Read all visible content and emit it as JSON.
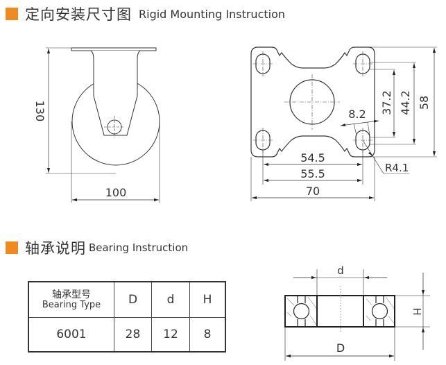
{
  "sections": {
    "mounting": {
      "title_cn": "定向安装尺寸图",
      "title_en": "Rigid Mounting Instruction",
      "accent_color": "#ee8a1f"
    },
    "bearing": {
      "title_cn": "轴承说明",
      "title_en": "Bearing Instruction",
      "accent_color": "#ee8a1f"
    }
  },
  "side_view": {
    "height_label": "130",
    "width_label": "100"
  },
  "top_plate": {
    "dims": {
      "hole_inner_span": "54.5",
      "hole_outer_span": "55.5",
      "plate_width": "70",
      "plate_height": "58",
      "hole_v_outer": "44.2",
      "hole_v_inner": "37.2",
      "slot_width": "8.2",
      "corner_radius": "R4.1"
    }
  },
  "bearing_table": {
    "headers": {
      "type_cn": "轴承型号",
      "type_en": "Bearing Type",
      "D": "D",
      "d": "d",
      "H": "H"
    },
    "rows": [
      {
        "type": "6001",
        "D": "28",
        "d": "12",
        "H": "8"
      }
    ]
  },
  "bearing_drawing": {
    "labels": {
      "d": "d",
      "H": "H",
      "D": "D"
    }
  }
}
